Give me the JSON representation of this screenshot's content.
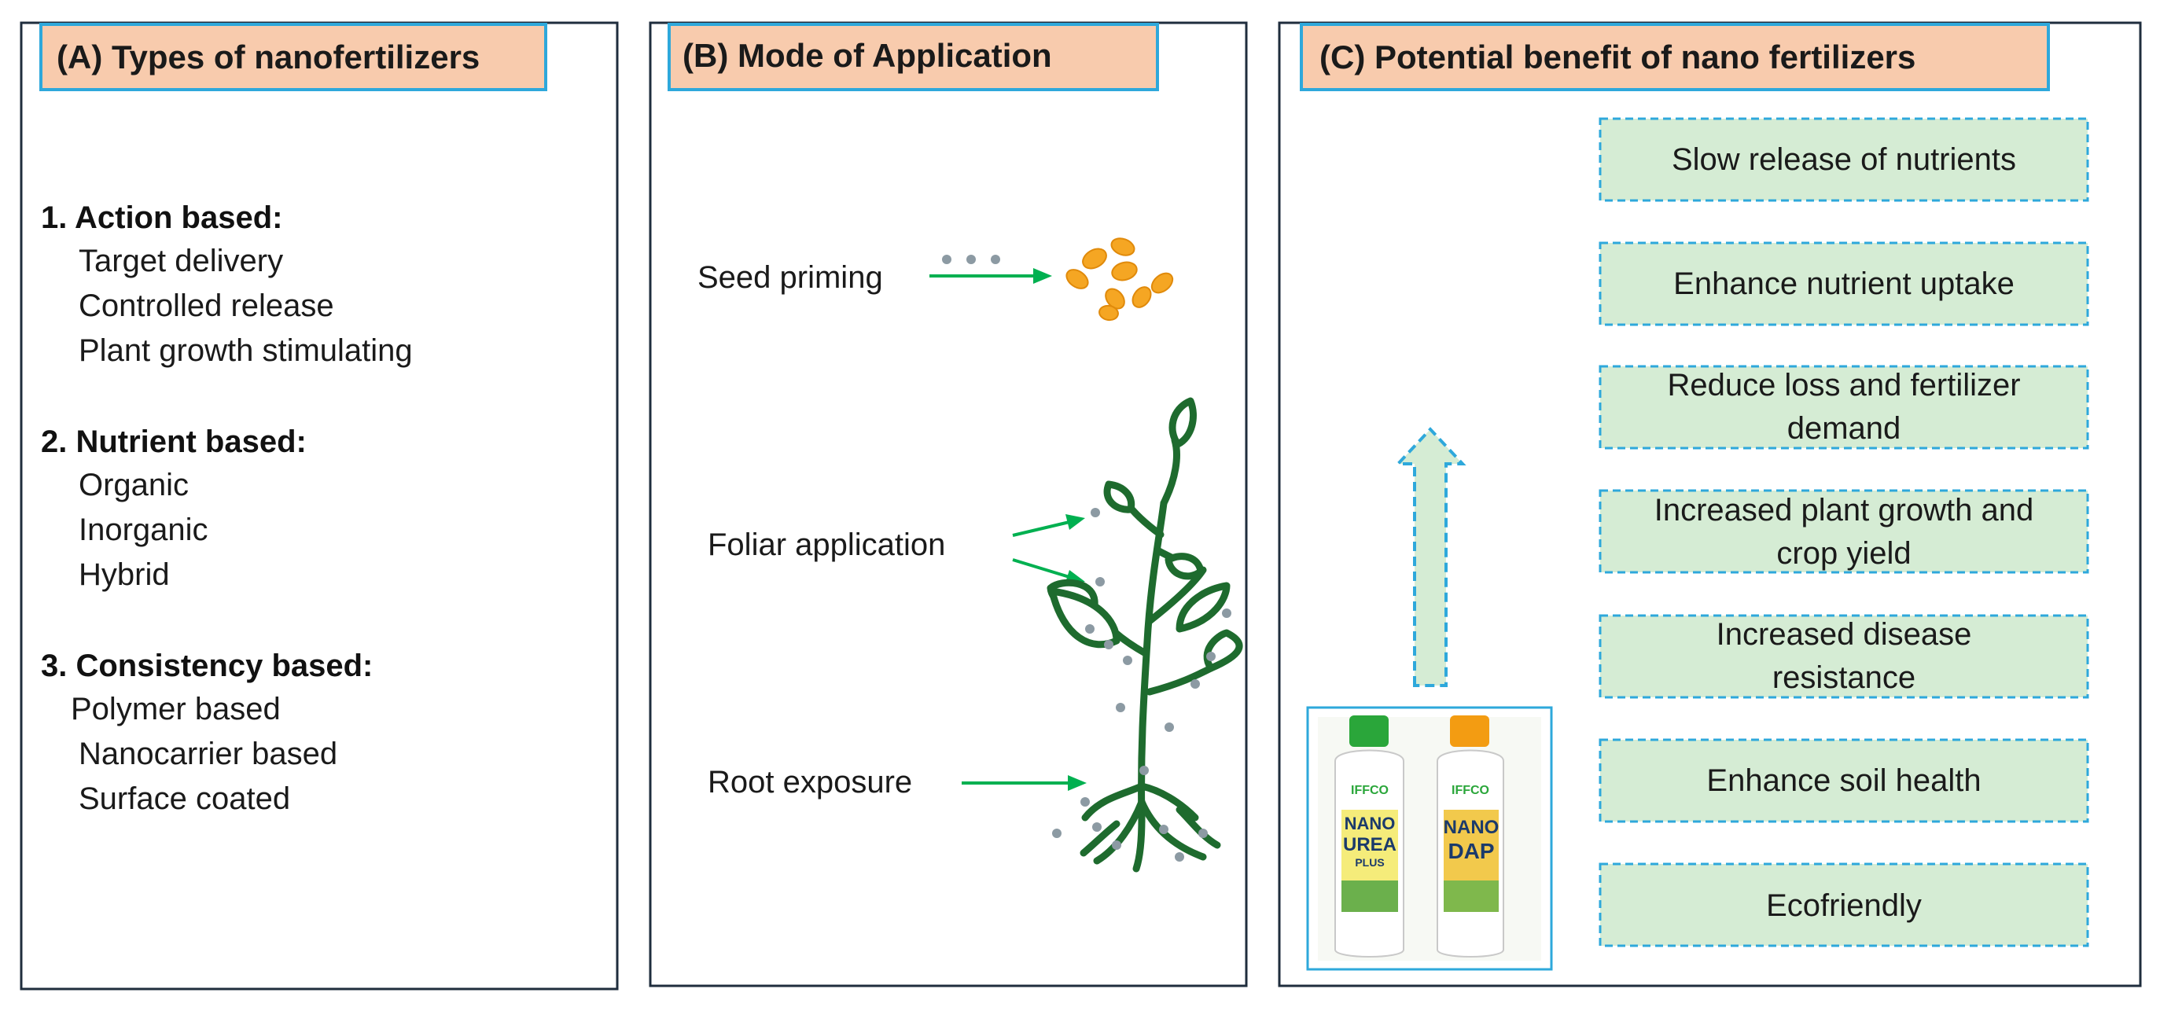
{
  "panel_a": {
    "header": "(A) Types of nanofertilizers",
    "groups": [
      {
        "title": "1. Action based:",
        "items": [
          "Target delivery",
          "Controlled release",
          "Plant growth stimulating"
        ]
      },
      {
        "title": "2. Nutrient based:",
        "items": [
          "Organic",
          "Inorganic",
          "Hybrid"
        ]
      },
      {
        "title": "3. Consistency based:",
        "items": [
          "Polymer based",
          "Nanocarrier based",
          "Surface coated"
        ]
      }
    ]
  },
  "panel_b": {
    "header": "(B) Mode of Application",
    "modes": [
      "Seed priming",
      "Foliar application",
      "Root exposure"
    ]
  },
  "panel_c": {
    "header": "(C) Potential benefit of nano fertilizers",
    "benefits": [
      [
        "Slow release of nutrients"
      ],
      [
        "Enhance nutrient uptake"
      ],
      [
        "Reduce loss and fertilizer",
        "demand"
      ],
      [
        "Increased plant growth and",
        "crop yield"
      ],
      [
        "Increased disease",
        "resistance"
      ],
      [
        "Enhance soil health"
      ],
      [
        "Ecofriendly"
      ]
    ],
    "product_labels": {
      "left": [
        "NANO",
        "UREA",
        "PLUS"
      ],
      "right": [
        "NANO",
        "DAP"
      ],
      "brand": "IFFCO"
    }
  },
  "colors": {
    "border": "#1f2d3d",
    "header_fill": "#f8cbad",
    "header_border": "#2ea8db",
    "benefit_fill": "#d5ecd4",
    "benefit_border": "#2ea8db",
    "arrow_green": "#00b050",
    "plant_green": "#1e6b2e",
    "seed_orange": "#f5a623",
    "particle_gray": "#8c9aa3"
  }
}
